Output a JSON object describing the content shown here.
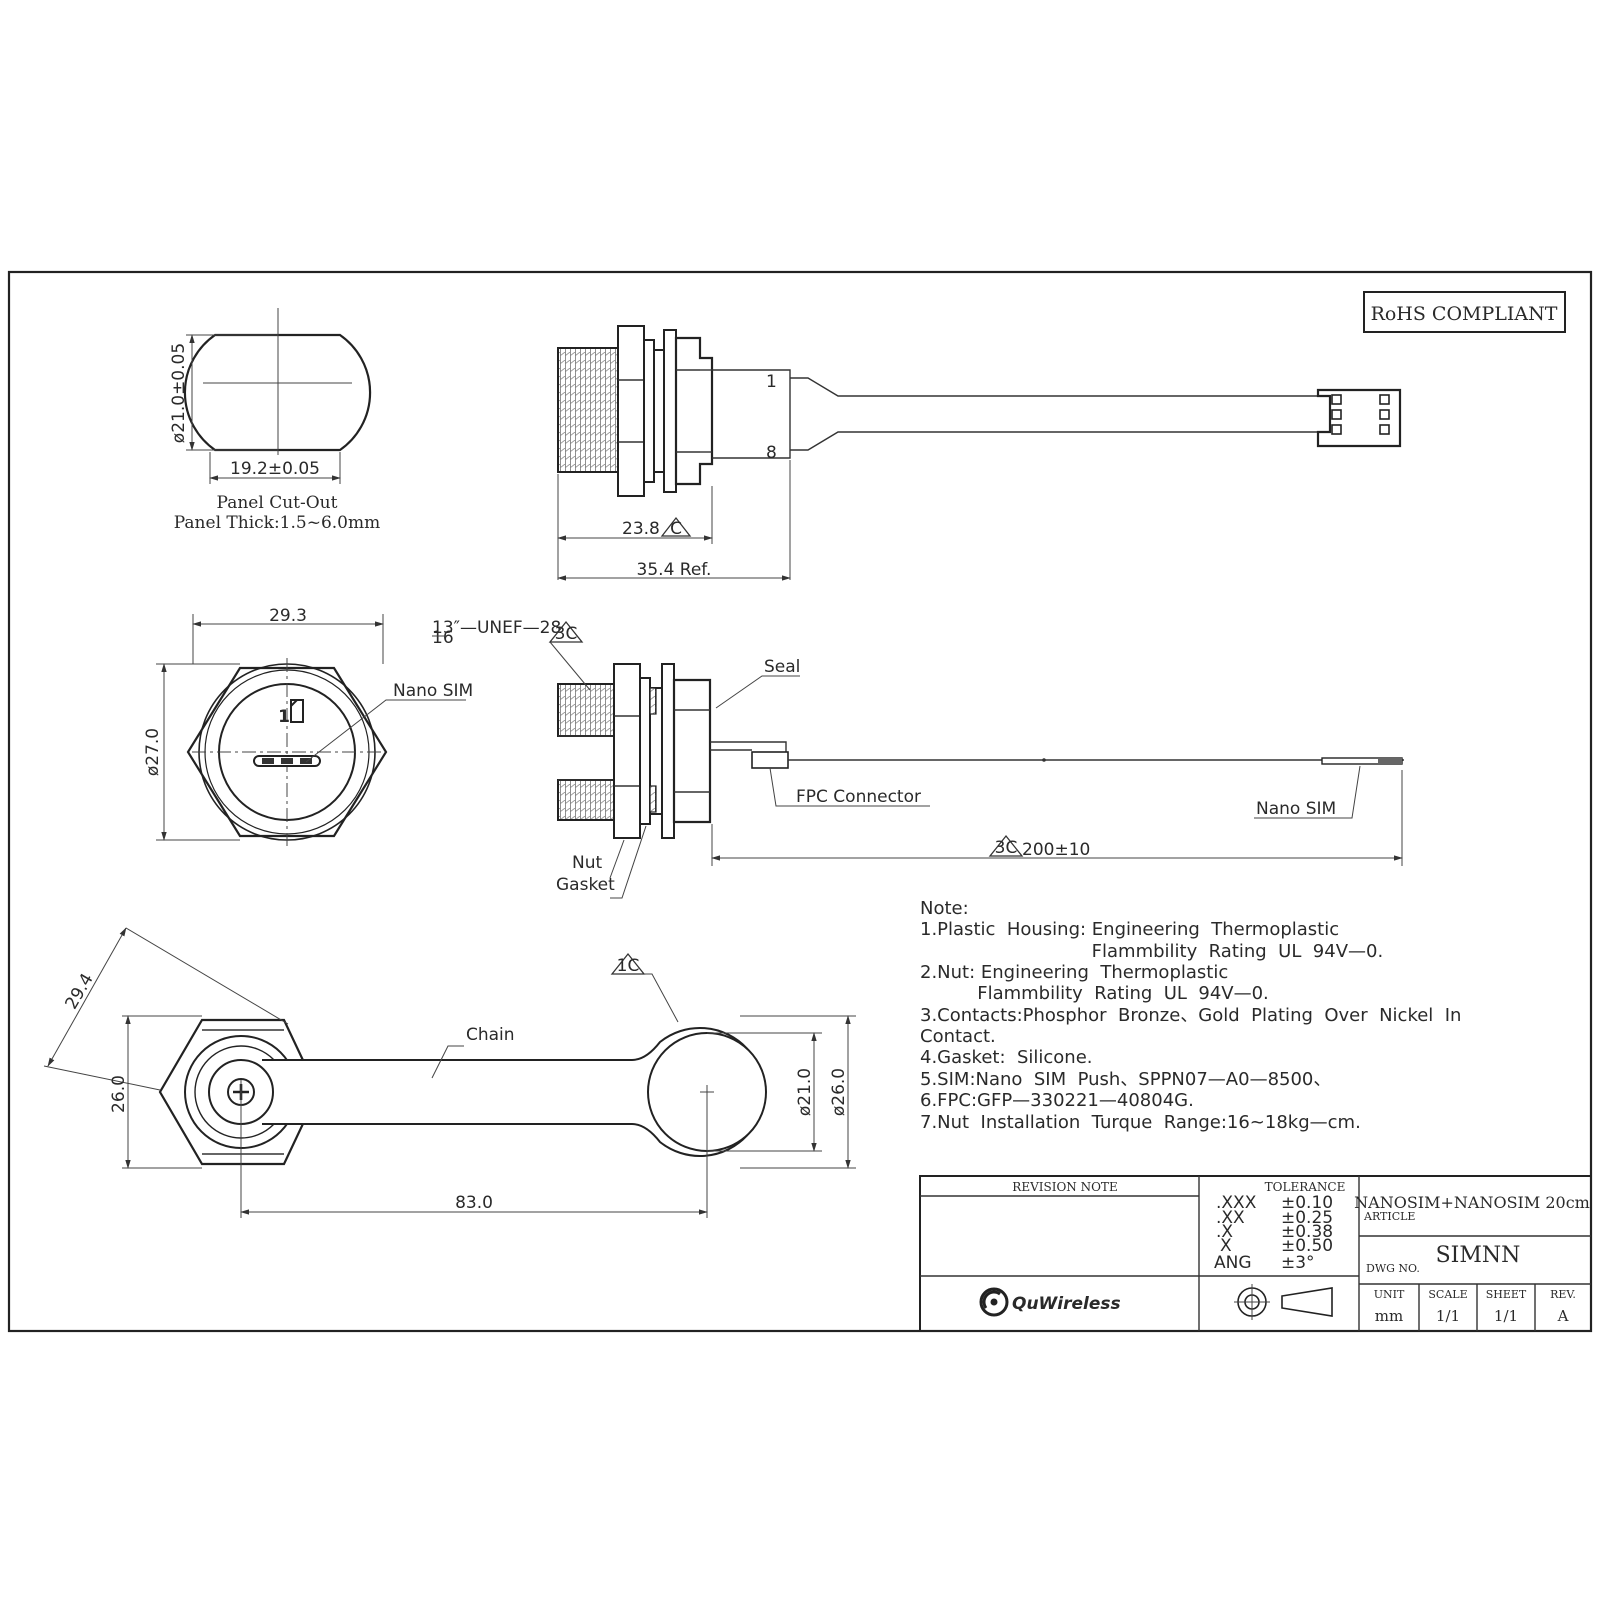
{
  "rohs": "RoHS  COMPLIANT",
  "panel": {
    "dia": "ø21.0±0.05",
    "width": "19.2±0.05",
    "title": "Panel Cut-Out",
    "thick": "Panel Thick:1.5~6.0mm"
  },
  "side": {
    "pin1": "1",
    "pin8": "8",
    "dim_body": "23.8",
    "dim_total": "35.4  Ref."
  },
  "front": {
    "width": "29.3",
    "height": "ø27.0",
    "nano_sim": "Nano  SIM"
  },
  "section": {
    "thread": "13″—UNEF—28",
    "thread_frac": "16",
    "seal": "Seal",
    "fpc": "FPC  Connector",
    "nano_sim": "Nano  SIM",
    "length": "200±10",
    "nut": "Nut",
    "gasket": "Gasket"
  },
  "cap": {
    "diag": "29.4",
    "height": "26.0",
    "chain": "Chain",
    "ring_inner": "ø21.0",
    "ring_outer": "ø26.0",
    "length": "83.0"
  },
  "revision_symbols": {
    "c": "C",
    "three_c": "3C",
    "one_c": "1C"
  },
  "notes": [
    "Note:",
    "1.Plastic  Housing: Engineering  Thermoplastic",
    "                              Flammbility  Rating  UL  94V—0.",
    "2.Nut: Engineering  Thermoplastic",
    "          Flammbility  Rating  UL  94V—0.",
    "3.Contacts:Phosphor  Bronze、Gold  Plating  Over  Nickel  In",
    "Contact.",
    "4.Gasket:  Silicone.",
    "5.SIM:Nano  SIM  Push、SPPN07—A0—8500、",
    "6.FPC:GFP—330221—40804G.",
    "7.Nut  Installation  Turque  Range:16~18kg—cm."
  ],
  "title_block": {
    "revision_note": "REVISION NOTE",
    "tolerance": "TOLERANCE",
    "tol_rows": [
      {
        "k": ".XXX",
        "v": "±0.10"
      },
      {
        "k": ".XX",
        "v": "±0.25"
      },
      {
        "k": ".X",
        "v": "±0.38"
      },
      {
        "k": "X",
        "v": "±0.50"
      },
      {
        "k": "ANG",
        "v": "±3°"
      }
    ],
    "article_label": "ARTICLE",
    "article": "NANOSIM+NANOSIM 20cm",
    "dwg_label": "DWG NO.",
    "dwg": "SIMNN",
    "logo": "QuWireless",
    "unit_label": "UNIT",
    "unit": "mm",
    "scale_label": "SCALE",
    "scale": "1/1",
    "sheet_label": "SHEET",
    "sheet": "1/1",
    "rev_label": "REV.",
    "rev": "A"
  }
}
